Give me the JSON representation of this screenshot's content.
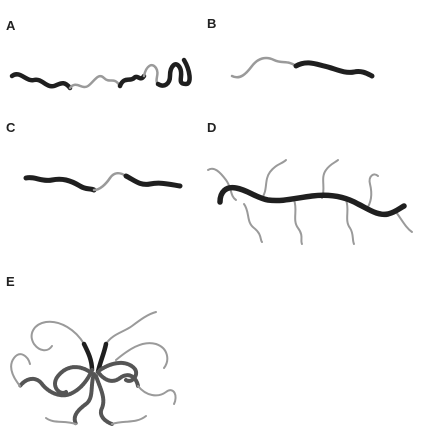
{
  "panels": [
    {
      "id": "A",
      "label": "A"
    },
    {
      "id": "B",
      "label": "B"
    },
    {
      "id": "C",
      "label": "C"
    },
    {
      "id": "D",
      "label": "D"
    },
    {
      "id": "E",
      "label": "E"
    }
  ],
  "colors": {
    "dark_block": "#1f1f1f",
    "light_block": "#9a9a9a",
    "grainy_block": "#555555"
  }
}
